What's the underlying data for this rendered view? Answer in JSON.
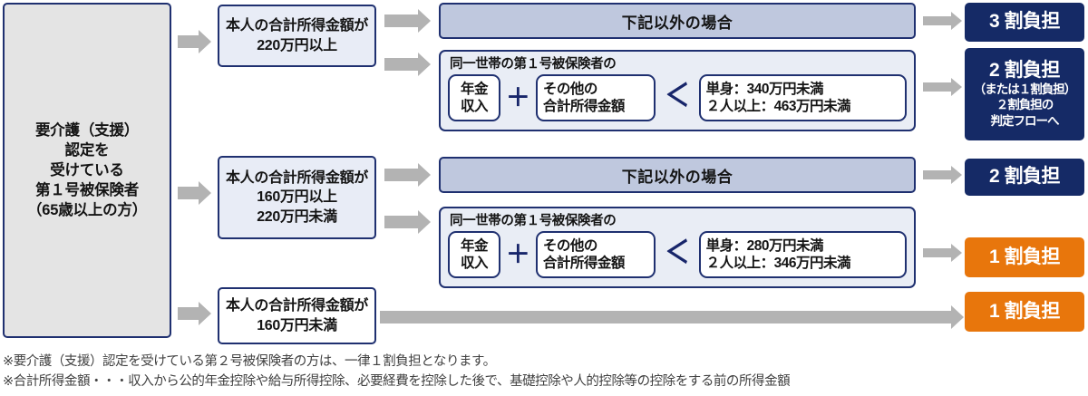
{
  "diagram": {
    "entry": {
      "label": "要介護（支援）\n認定を\n受けている\n第１号被保険者\n（65歳以上の方）"
    },
    "brackets": [
      {
        "label": "本人の合計所得金額が\n220万円以上"
      },
      {
        "label": "本人の合計所得金額が\n160万円以上\n220万円未満"
      },
      {
        "label": "本人の合計所得金額が\n160万円未満"
      }
    ],
    "otherwise_bars": [
      {
        "label": "下記以外の場合"
      },
      {
        "label": "下記以外の場合"
      }
    ],
    "formulas": [
      {
        "title": "同一世帯の第１号被保険者の",
        "pension_label": "年金\n収入",
        "plus": "＋",
        "other_income_label": "その他の\n合計所得金額",
        "comparator": "＜",
        "threshold_label": "単身：340万円未満\n２人以上：463万円未満"
      },
      {
        "title": "同一世帯の第１号被保険者の",
        "pension_label": "年金\n収入",
        "plus": "＋",
        "other_income_label": "その他の\n合計所得金額",
        "comparator": "＜",
        "threshold_label": "単身：280万円未満\n２人以上：346万円未満"
      }
    ],
    "results": [
      {
        "main": "3 割負担",
        "sub": "",
        "color": "#152a66"
      },
      {
        "main": "2 割負担",
        "sub": "（または１割負担）\n２割負担の\n判定フローへ",
        "color": "#152a66"
      },
      {
        "main": "2 割負担",
        "sub": "",
        "color": "#152a66"
      },
      {
        "main": "1 割負担",
        "sub": "",
        "color": "#e8760c"
      },
      {
        "main": "1 割負担",
        "sub": "",
        "color": "#e8760c"
      }
    ],
    "footnotes": [
      "※要介護（支援）認定を受けている第２号被保険者の方は、一律１割負担となります。",
      "※合計所得金額・・・収入から公的年金控除や給与所得控除、必要経費を控除した後で、基礎控除や人的控除等の控除をする前の所得金額"
    ],
    "colors": {
      "navy_border": "#1f3070",
      "navy_fill": "#152a66",
      "orange_fill": "#e8760c",
      "bar_fill": "#bfc8de",
      "box_fill": "#e8ecf6",
      "entry_fill": "#e4e4e4",
      "arrow_gray": "#b3b3b3"
    }
  }
}
